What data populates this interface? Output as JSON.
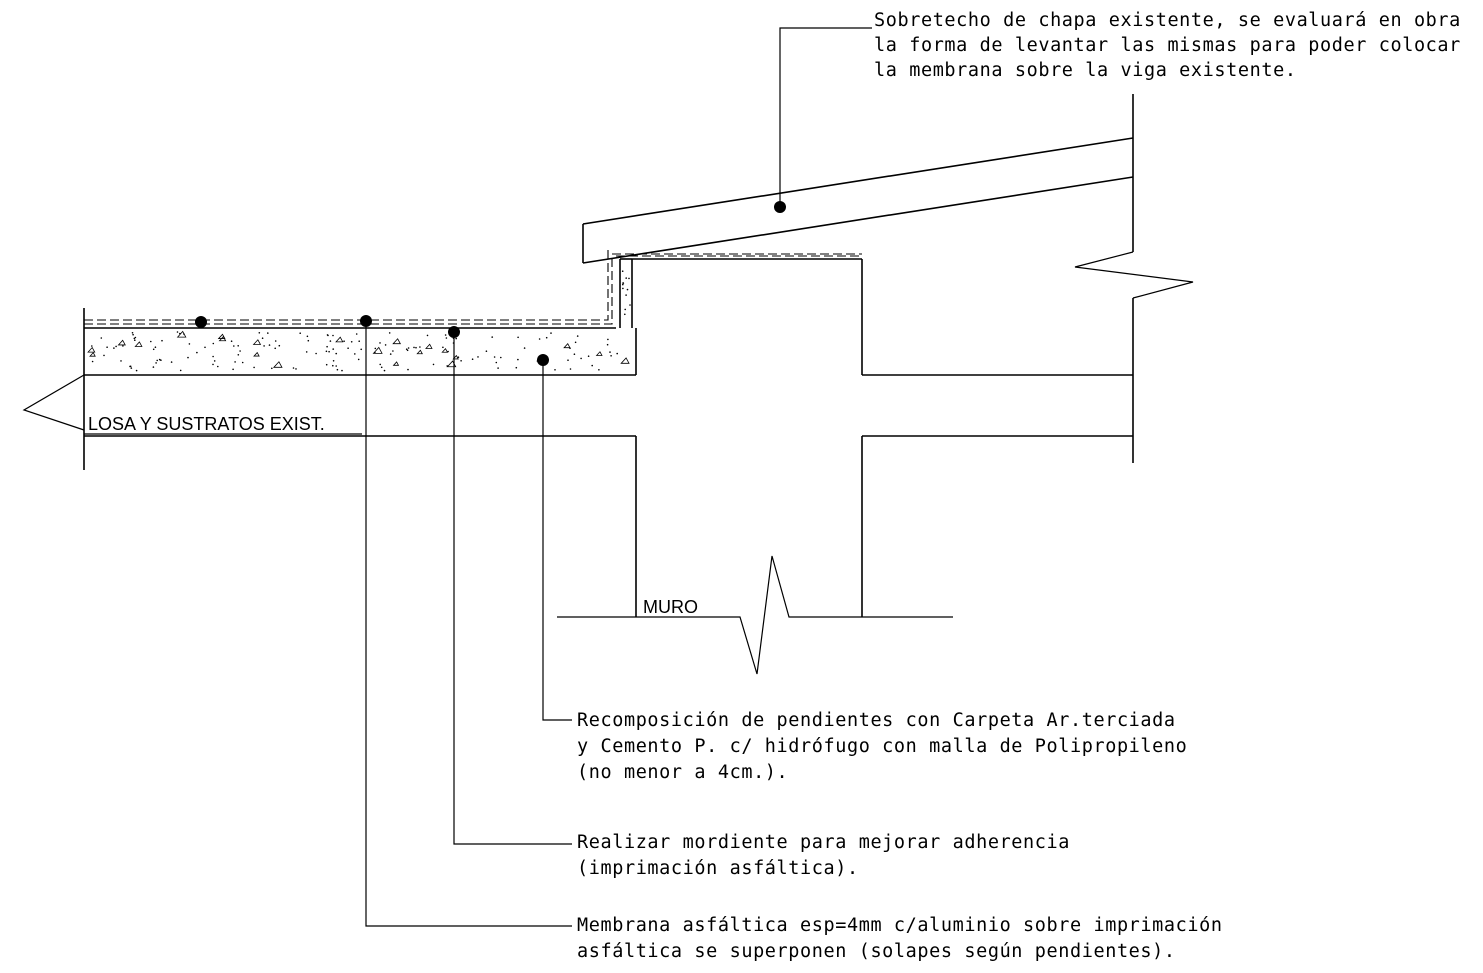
{
  "labels": {
    "losa": "LOSA Y SUSTRATOS EXIST.",
    "muro": "MURO"
  },
  "notes": {
    "sobretecho": [
      "Sobretecho de chapa existente, se evaluará en obra",
      "la forma de levantar las mismas para poder colocar",
      "la membrana sobre la viga existente."
    ],
    "recomposicion": [
      "Recomposición de pendientes con Carpeta Ar.terciada",
      "y Cemento P. c/ hidrófugo con malla de Polipropileno",
      "(no menor a 4cm.)."
    ],
    "mordiente": [
      "Realizar mordiente para mejorar adherencia",
      "(imprimación asfáltica)."
    ],
    "membrana": [
      "Membrana asfáltica esp=4mm c/aluminio sobre imprimación",
      "asfáltica se superponen (solapes según pendientes)."
    ]
  }
}
